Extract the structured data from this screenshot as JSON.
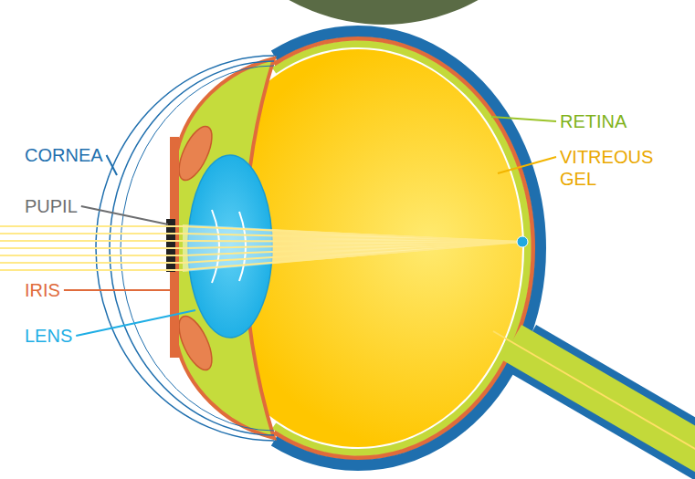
{
  "diagram": {
    "labels": [
      "CORNEA",
      "PUPIL",
      "IRIS",
      "LENS",
      "RETINA",
      "VITREOUS GEL"
    ]
  }
}
